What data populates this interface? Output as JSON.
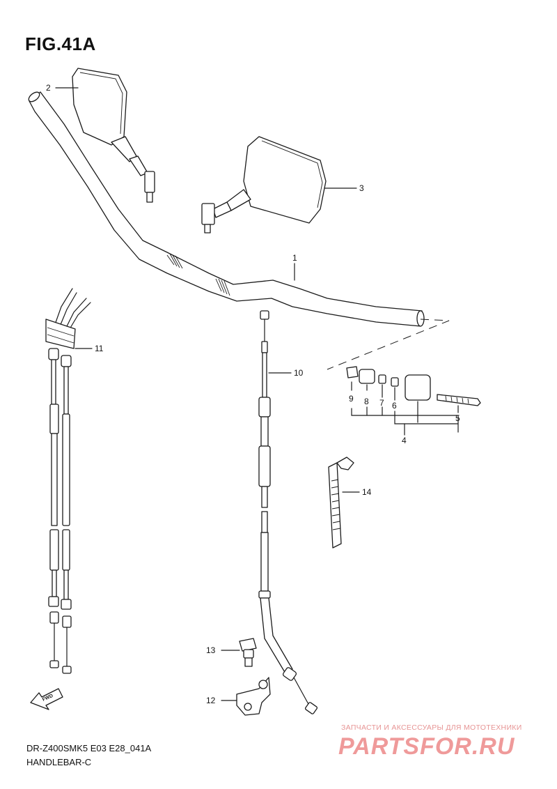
{
  "figure_title": "FIG.41A",
  "footer": {
    "model": "DR-Z400SMK5 E03 E28_041A",
    "name": "HANDLEBAR-C"
  },
  "callouts": [
    "1",
    "2",
    "3",
    "4",
    "5",
    "6",
    "7",
    "8",
    "9",
    "10",
    "11",
    "12",
    "13",
    "14"
  ],
  "fwd_label": "FWD",
  "watermark": {
    "caption": "ЗАПЧАСТИ И АКСЕССУАРЫ ДЛЯ МОТОТЕХНИКИ",
    "brand": "PARTSFOR.RU",
    "color": "#e34848"
  }
}
